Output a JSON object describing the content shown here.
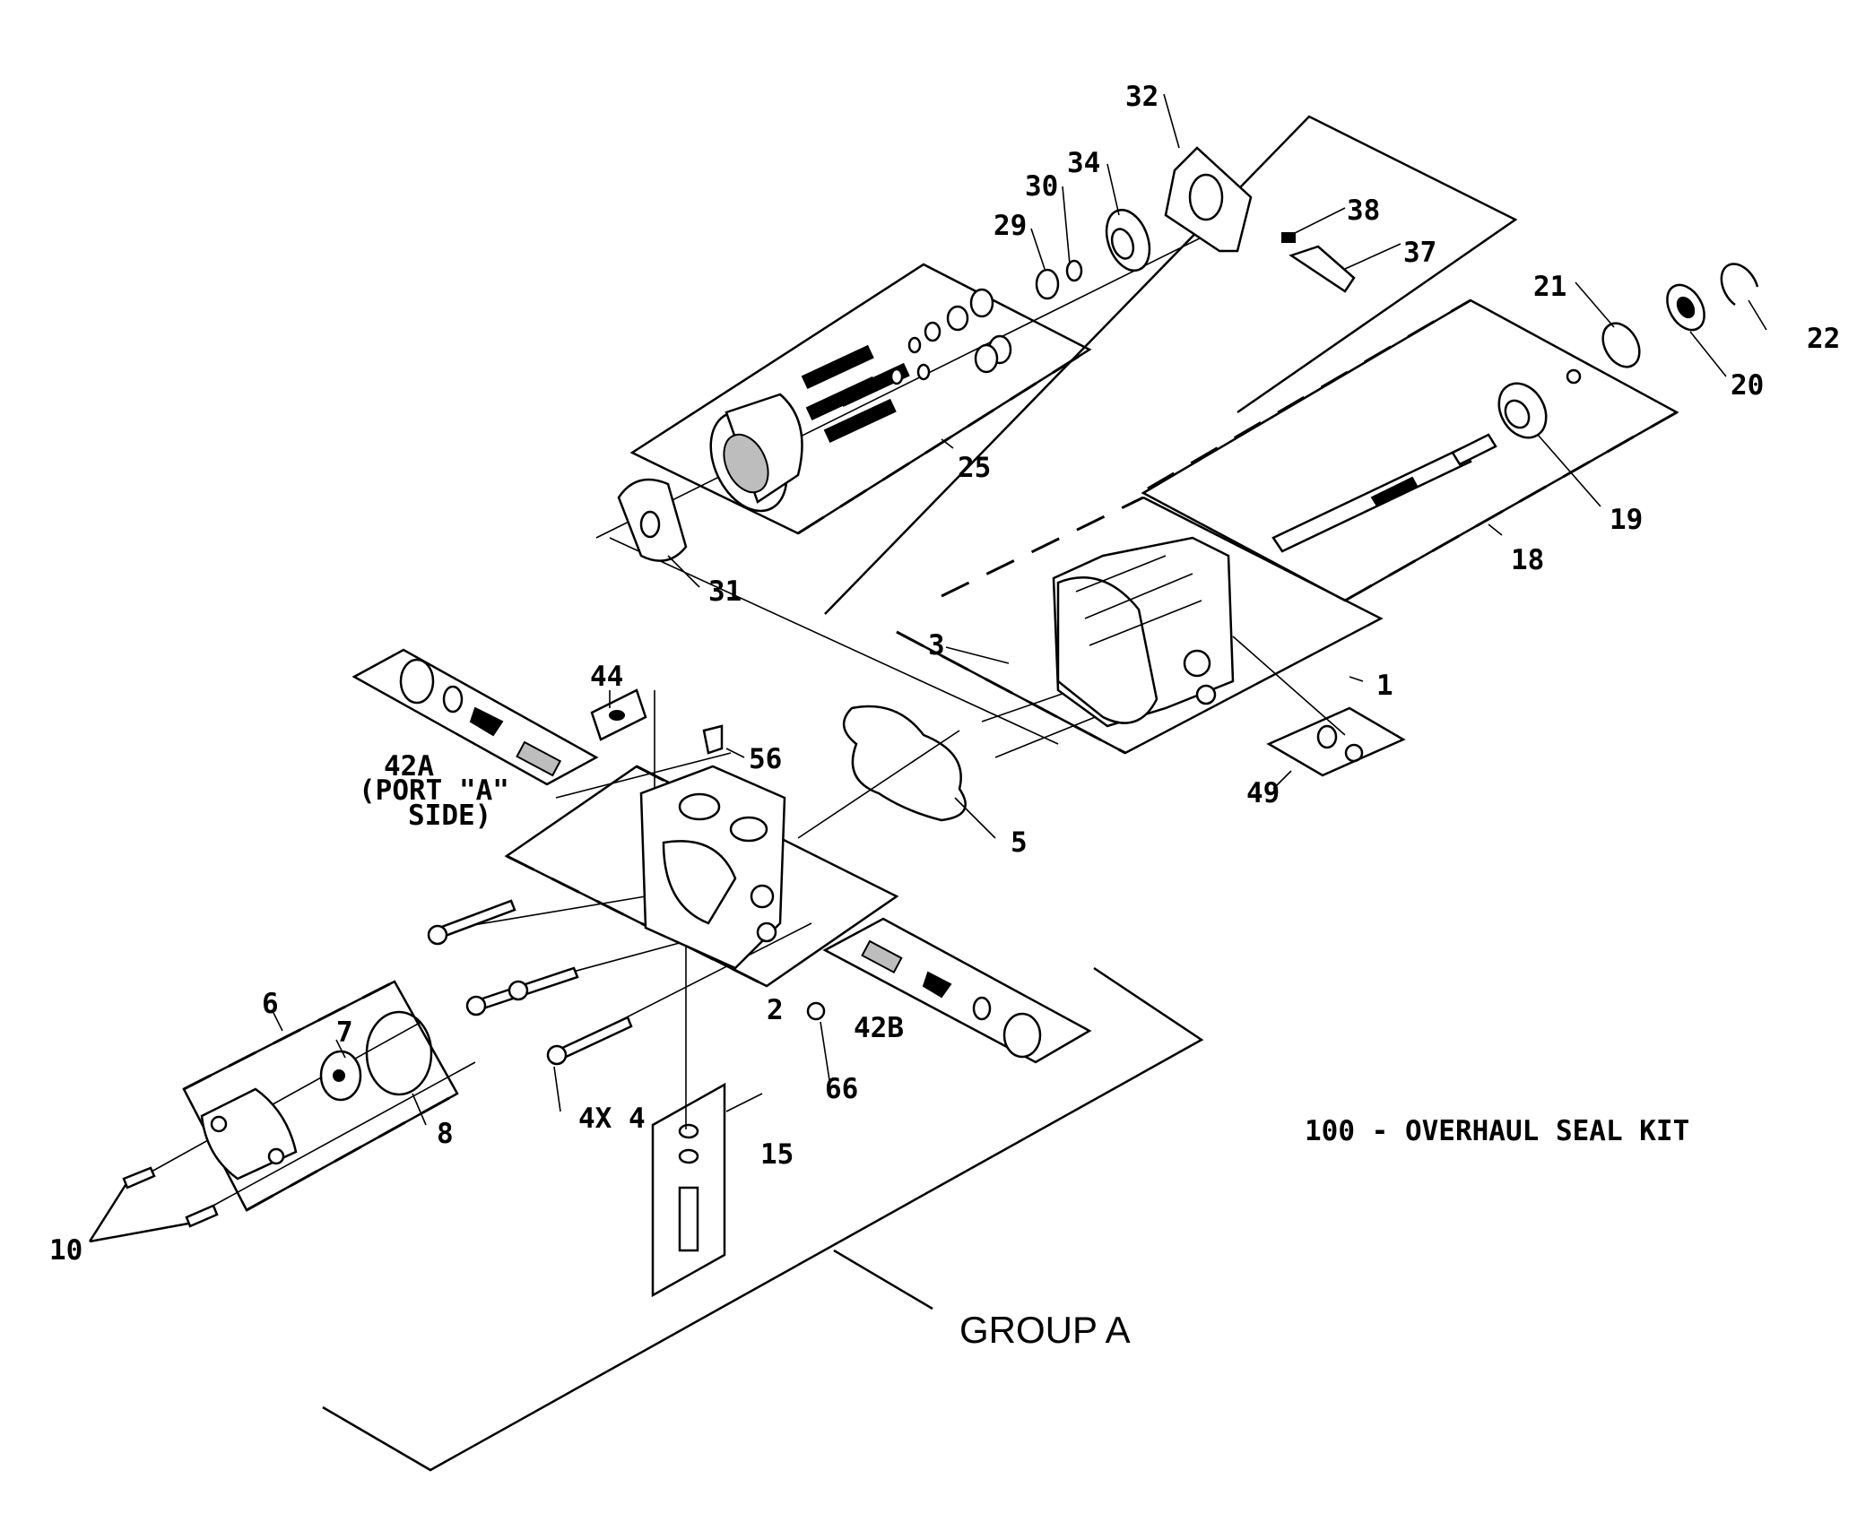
{
  "callouts": {
    "c1": "1",
    "c2": "2",
    "c3": "3",
    "c4": "4X 4",
    "c5": "5",
    "c6": "6",
    "c7": "7",
    "c8": "8",
    "c10": "10",
    "c15": "15",
    "c18": "18",
    "c19": "19",
    "c20": "20",
    "c21": "21",
    "c22": "22",
    "c25": "25",
    "c29": "29",
    "c30": "30",
    "c31": "31",
    "c32": "32",
    "c34": "34",
    "c37": "37",
    "c38": "38",
    "c42a": "42A",
    "c42a_line2": "(PORT \"A\"",
    "c42a_line3": "SIDE)",
    "c42b": "42B",
    "c44": "44",
    "c49": "49",
    "c56": "56",
    "c66": "66"
  },
  "kit_note": "100 - OVERHAUL SEAL KIT",
  "group_label": "GROUP A"
}
